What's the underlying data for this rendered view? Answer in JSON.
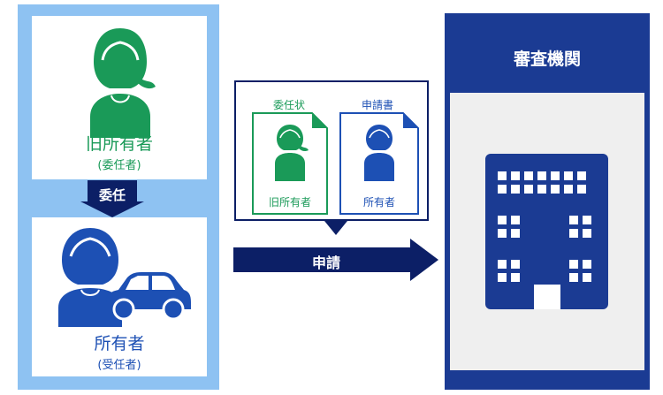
{
  "left": {
    "former_owner": {
      "title": "旧所有者",
      "subtitle": "(委任者)",
      "icon": "woman-green-icon"
    },
    "delegation_label": "委任",
    "owner": {
      "title": "所有者",
      "subtitle": "(受任者)",
      "icon": "woman-blue-icon",
      "vehicle_icon": "car-icon"
    }
  },
  "docs": {
    "power_of_attorney": {
      "header": "委任状",
      "name": "旧所有者",
      "icon": "woman-green-icon"
    },
    "application_form": {
      "header": "申請書",
      "name": "所有者",
      "icon": "woman-blue-icon"
    }
  },
  "apply_label": "申請",
  "agency": {
    "title": "審査機関",
    "icon": "building-icon"
  },
  "colors": {
    "green": "#1a9a58",
    "blue": "#1d50b4",
    "navy": "#0c1f66",
    "agency": "#1b3b93",
    "panel": "#8ec2f2"
  }
}
